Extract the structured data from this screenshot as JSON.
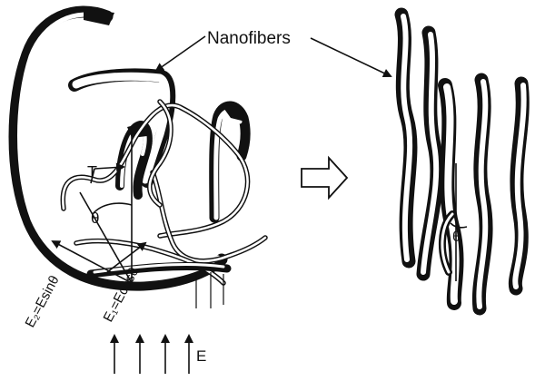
{
  "labels": {
    "nanofibers": "Nanofibers",
    "tension": "T",
    "theta_left": "θ",
    "theta_right": "θ",
    "e2": "E₂=Esinθ",
    "e1": "E₁=Ecosθ",
    "field": "E"
  },
  "colors": {
    "ink": "#111111",
    "paper": "#ffffff",
    "shadow": "#2a2a2a"
  },
  "icons": {
    "transition": "hollow-right-arrow-icon",
    "field_arrows": "up-arrow-icon"
  }
}
